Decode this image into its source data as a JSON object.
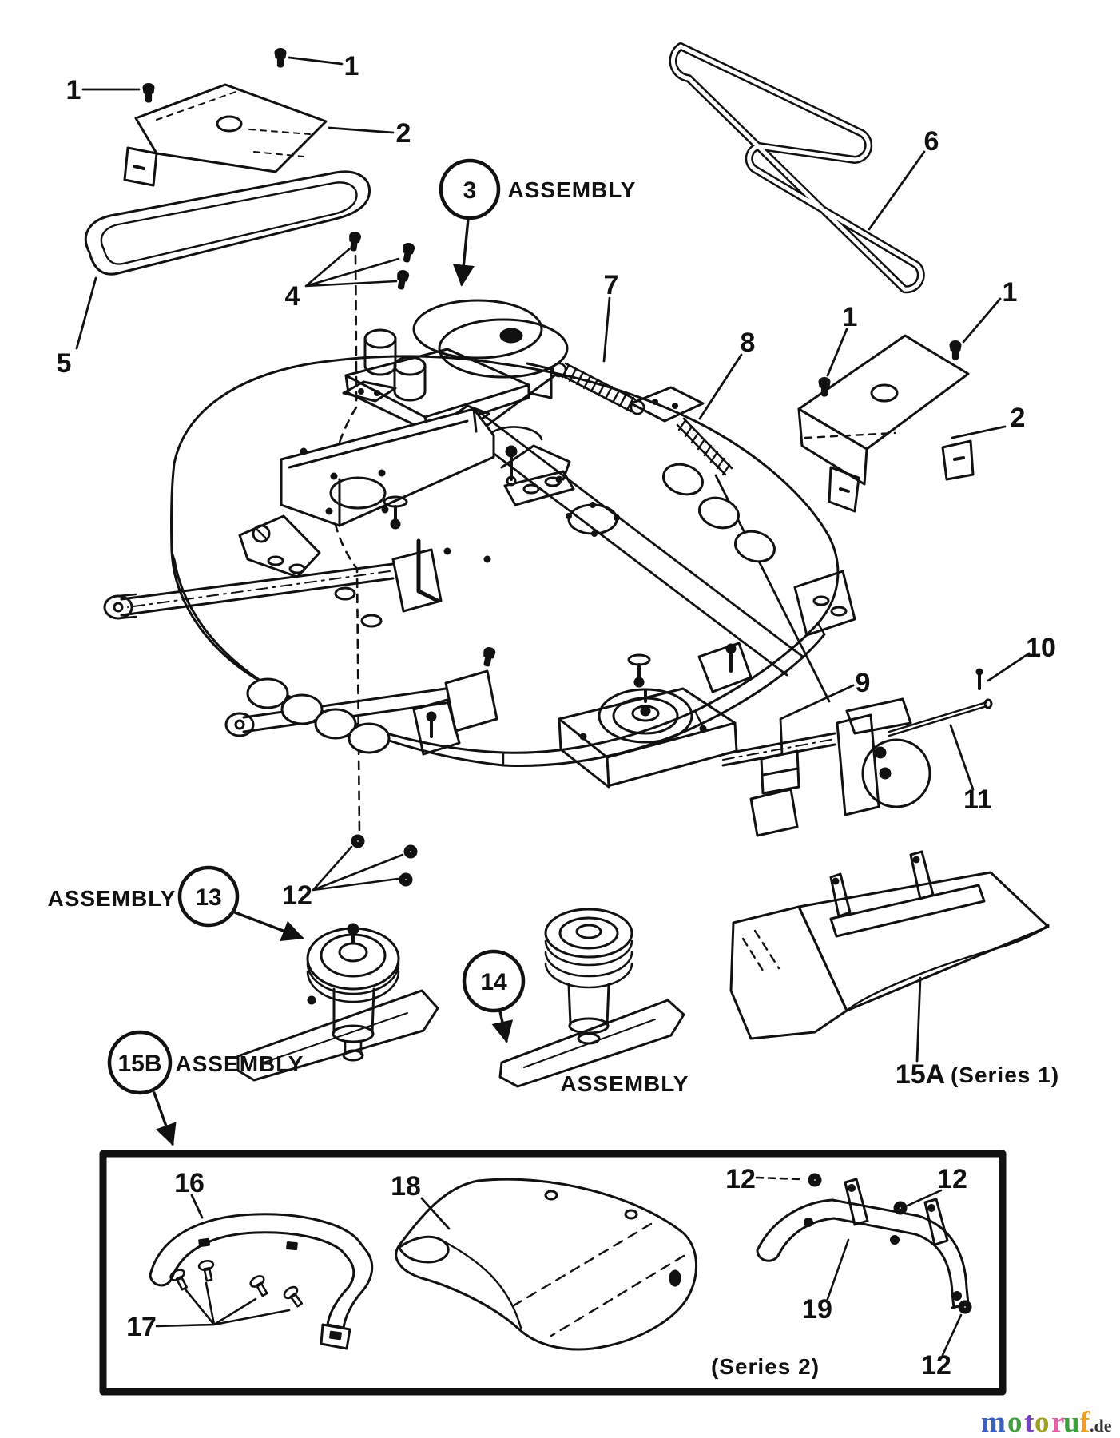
{
  "figure": {
    "kind": "exploded parts diagram",
    "subject": "mower deck assembly",
    "line_color": "#111111",
    "background": "#ffffff"
  },
  "labels": {
    "n1": "1",
    "n2": "2",
    "n3": "3",
    "n4": "4",
    "n5": "5",
    "n6": "6",
    "n7": "7",
    "n8": "8",
    "n9": "9",
    "n10": "10",
    "n11": "11",
    "n12": "12",
    "n13": "13",
    "n14": "14",
    "n15a": "15A",
    "n15b": "15B",
    "n16": "16",
    "n17": "17",
    "n18": "18",
    "n19": "19",
    "assembly": "ASSEMBLY",
    "series1": "(Series 1)",
    "series2": "(Series 2)"
  },
  "watermark": {
    "letters": [
      "m",
      "o",
      "t",
      "o",
      "r",
      "u",
      "f"
    ],
    "colors": [
      "#3b5fc0",
      "#3f9e3f",
      "#7b3fbf",
      "#a0a020",
      "#e060a8",
      "#3f9e3f",
      "#f0a020"
    ],
    "suffix": ".de",
    "suffix_color": "#333333"
  }
}
